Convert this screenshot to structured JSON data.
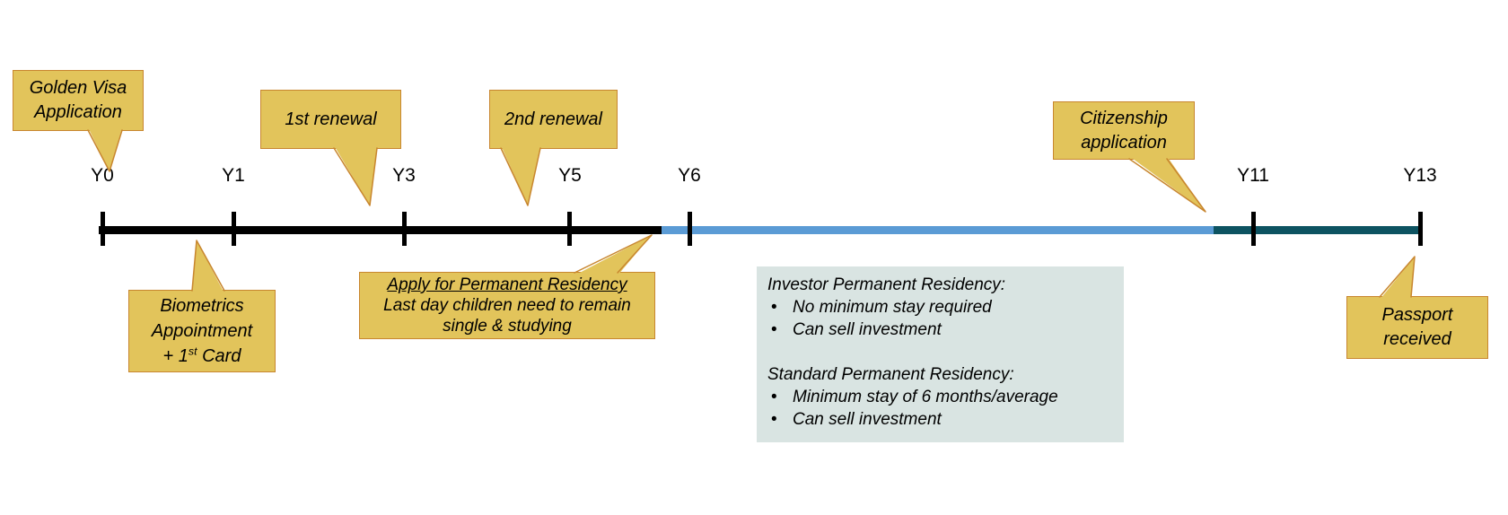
{
  "timeline": {
    "years": [
      {
        "label": "Y0"
      },
      {
        "label": "Y1"
      },
      {
        "label": "Y3"
      },
      {
        "label": "Y5"
      },
      {
        "label": "Y6"
      },
      {
        "label": "Y11"
      },
      {
        "label": "Y13"
      }
    ],
    "segments": [
      {
        "name": "golden-visa-phase",
        "start_year": "Y0",
        "end_year": "Y6",
        "color": "#000000"
      },
      {
        "name": "permanent-residency-phase",
        "start_year": "Y6",
        "end_year": "Y11",
        "color": "#5B9BD5"
      },
      {
        "name": "citizenship-phase",
        "start_year": "Y11",
        "end_year": "Y13",
        "color": "#0D5361"
      }
    ]
  },
  "callouts": {
    "golden_visa": {
      "line1": "Golden Visa",
      "line2": "Application"
    },
    "first_renewal": {
      "label": "1st renewal"
    },
    "second_renewal": {
      "label": "2nd renewal"
    },
    "citizenship": {
      "line1": "Citizenship",
      "line2": "application"
    },
    "biometrics": {
      "line1": "Biometrics",
      "line2": "Appointment",
      "line3_pre": "+ 1",
      "line3_sup": "st",
      "line3_post": " Card"
    },
    "apply_pr": {
      "title": "Apply for Permanent Residency",
      "subtitle": "Last day children need to remain single & studying"
    },
    "passport": {
      "line1": "Passport",
      "line2": "received"
    }
  },
  "info_box": {
    "bullet_char": "•",
    "sections": [
      {
        "heading": "Investor Permanent Residency:",
        "bullets": [
          "No minimum stay required",
          "Can sell investment"
        ]
      },
      {
        "heading": "Standard Permanent Residency:",
        "bullets": [
          "Minimum stay of 6 months/average",
          "Can sell investment"
        ]
      }
    ]
  },
  "colors": {
    "timeline_black": "#000000",
    "timeline_blue": "#5B9BD5",
    "timeline_teal": "#0D5361",
    "callout_fill": "#E2C45B",
    "callout_border": "#C8862F",
    "info_box_bg": "#D9E4E2"
  }
}
